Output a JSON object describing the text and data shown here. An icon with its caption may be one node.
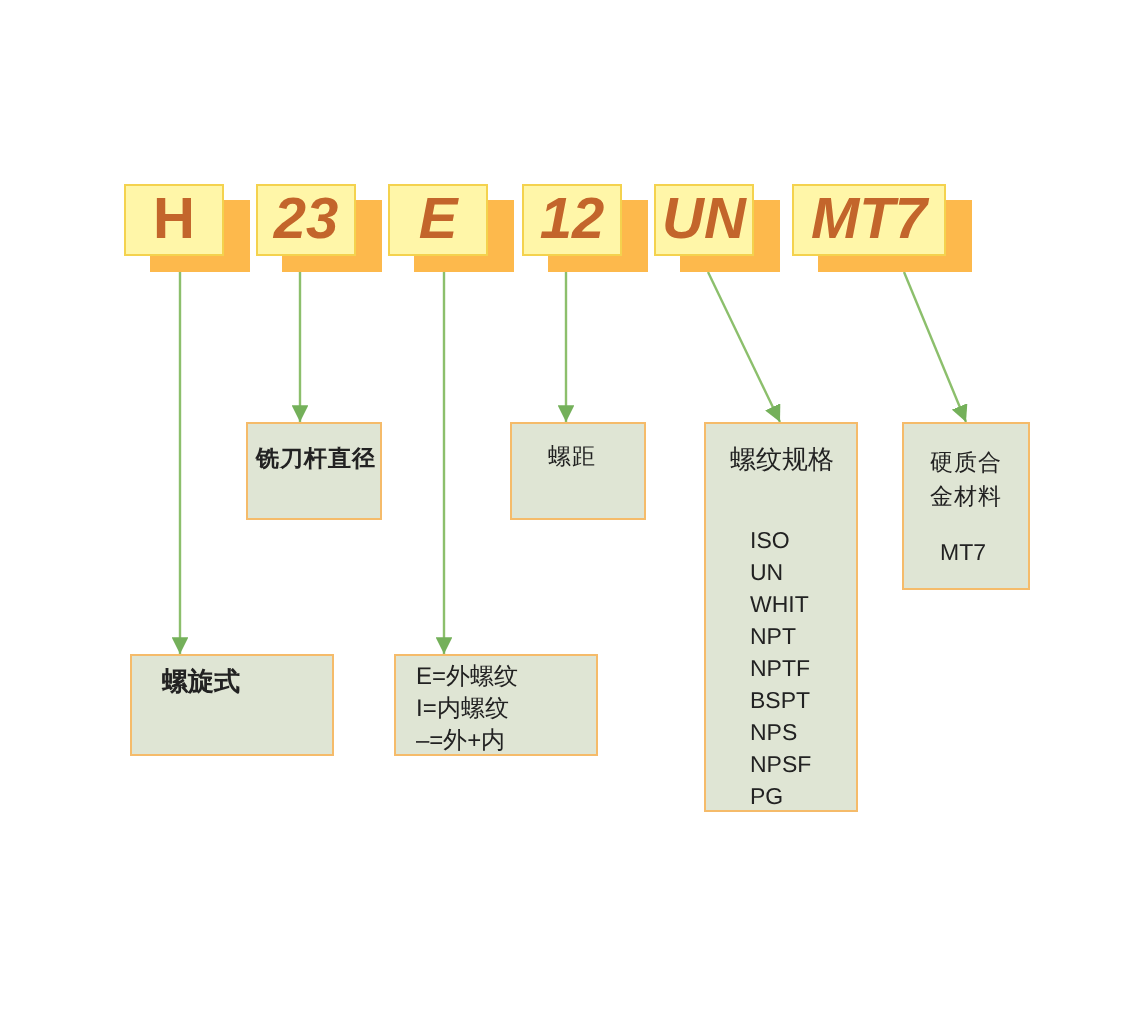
{
  "diagram": {
    "nodes": [
      {
        "text": [
          "H"
        ]
      },
      {
        "text": [
          "23"
        ]
      },
      {
        "text": [
          "E"
        ]
      },
      {
        "text": [
          "12"
        ]
      },
      {
        "text": [
          "UN"
        ]
      },
      {
        "text": [
          "MT7"
        ]
      },
      {
        "text": [
          "铣刀杆直径"
        ]
      },
      {
        "text": [
          "螺距"
        ]
      },
      {
        "text": [
          "螺纹规格",
          "ISO",
          "UN",
          "WHIT",
          "NPT",
          "NPTF",
          "BSPT",
          "NPS",
          "NPSF",
          "PG"
        ]
      },
      {
        "text": [
          "硬质合金材料",
          "MT7"
        ]
      },
      {
        "text": [
          "螺旋式"
        ]
      },
      {
        "text": [
          "E=外螺纹",
          "I=内螺纹",
          "–=外+内"
        ]
      }
    ],
    "edges": [
      {
        "from": 0,
        "to": 10,
        "arrow": "to"
      },
      {
        "from": 1,
        "to": 6,
        "arrow": "to"
      },
      {
        "from": 2,
        "to": 11,
        "arrow": "to"
      },
      {
        "from": 3,
        "to": 7,
        "arrow": "to"
      },
      {
        "from": 4,
        "to": 8,
        "arrow": "to"
      },
      {
        "from": 5,
        "to": 9,
        "arrow": "to"
      }
    ]
  }
}
